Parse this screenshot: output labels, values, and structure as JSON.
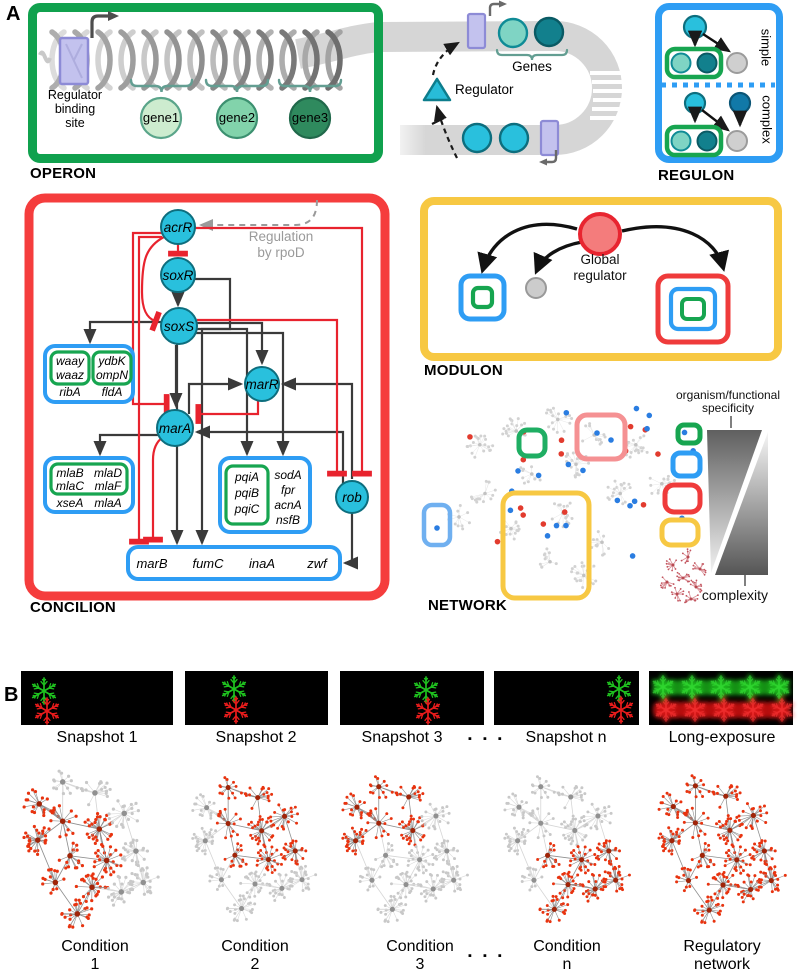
{
  "panel_a_label": "A",
  "panel_b_label": "B",
  "operon": {
    "title": "OPERON",
    "binding_site": [
      "Regulator",
      "binding",
      "site"
    ],
    "genes": [
      "gene1",
      "gene2",
      "gene3"
    ]
  },
  "chromosome": {
    "genes_label": "Genes",
    "regulator_label": "Regulator"
  },
  "regulon": {
    "title": "REGULON",
    "simple": "simple",
    "complex": "complex"
  },
  "concilion": {
    "title": "CONCILION",
    "rpod": [
      "Regulation",
      "by rpoD"
    ],
    "nodes": {
      "acrR": "acrR",
      "soxR": "soxR",
      "soxS": "soxS",
      "marR": "marR",
      "marA": "marA",
      "rob": "rob"
    },
    "box1": {
      "g1": [
        "waay",
        "waaz"
      ],
      "g2": [
        "ydbK",
        "ompN"
      ],
      "row": [
        "ribA",
        "fldA"
      ]
    },
    "box2": {
      "g": [
        "mlaB",
        "mlaD",
        "mlaC",
        "mlaF"
      ],
      "row": [
        "xseA",
        "mlaA"
      ]
    },
    "box3": {
      "g": [
        "pqiA",
        "pqiB",
        "pqiC"
      ],
      "col": [
        "sodA",
        "fpr",
        "acnA",
        "nsfB"
      ]
    },
    "box4": [
      "marB",
      "fumC",
      "inaA",
      "zwf"
    ]
  },
  "modulon": {
    "title": "MODULON",
    "global": [
      "Global",
      "regulator"
    ]
  },
  "network": {
    "title": "NETWORK"
  },
  "legend": {
    "top": [
      "organism/functional",
      "specificity"
    ],
    "bottom": "complexity"
  },
  "snapshots": {
    "labels": [
      "Snapshot 1",
      "Snapshot 2",
      "Snapshot 3",
      "Snapshot n",
      "Long-exposure"
    ],
    "dots": "▪ ▪ ▪"
  },
  "conditions": {
    "labels": [
      [
        "Condition",
        "1"
      ],
      [
        "Condition",
        "2"
      ],
      [
        "Condition",
        "3"
      ],
      [
        "Condition",
        "n"
      ],
      [
        "Regulatory",
        "network"
      ]
    ],
    "dots": "▪ ▪ ▪"
  },
  "colors": {
    "operon_border": "#10a14e",
    "regulon_border": "#2e9df4",
    "concilion_border": "#f53d3d",
    "modulon_border": "#f7c843",
    "node_cyan": "#29c0dd",
    "gene_light": "#cdeccf",
    "gene_mid": "#82d3ab",
    "gene_dark": "#2f8a5e",
    "teal_light": "#7fd4c4",
    "teal_dark": "#12808d",
    "purple_site": "#c3c2ee",
    "global_reg_red": "#f47c7c",
    "red_edge": "#e8232e",
    "black_edge": "#3a3a3a",
    "snap_green": "#1fc11f",
    "snap_red": "#e81c1c",
    "net_red": "#e8330f",
    "net_blue": "#2a7de1"
  }
}
